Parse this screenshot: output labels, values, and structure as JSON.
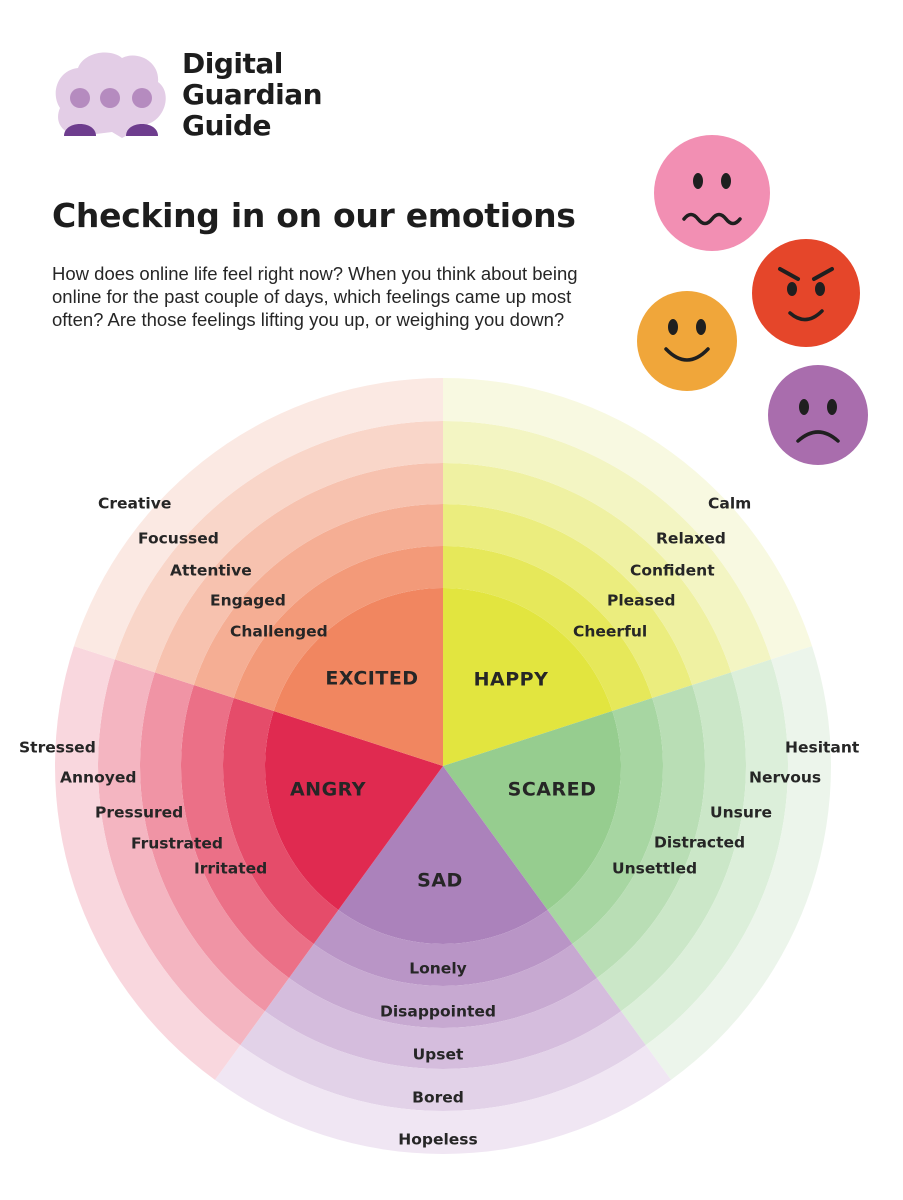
{
  "logo": {
    "lines": [
      "Digital",
      "Guardian",
      "Guide"
    ]
  },
  "title": "Checking in on our emotions",
  "intro": "How does online life feel right now? When you think about being online for the past couple of days, which feelings came up most often? Are those feelings lifting you up, or weighing you down?",
  "face_icons": [
    "worried-face-icon",
    "angry-face-icon",
    "smiling-face-icon",
    "sad-face-icon"
  ],
  "wheel": {
    "segments": [
      {
        "id": "happy",
        "label": "HAPPY",
        "colors": [
          "#e2e53f",
          "#e6e85a",
          "#ebed7e",
          "#eff1a2",
          "#f3f5c3",
          "#f8f9e1"
        ],
        "words": [
          "Cheerful",
          "Pleased",
          "Confident",
          "Relaxed",
          "Calm"
        ]
      },
      {
        "id": "scared",
        "label": "SCARED",
        "colors": [
          "#96cd8f",
          "#a7d6a2",
          "#b9deb5",
          "#cbe7c8",
          "#dcefda",
          "#ecf5eb"
        ],
        "words": [
          "Unsettled",
          "Distracted",
          "Unsure",
          "Nervous",
          "Hesitant"
        ]
      },
      {
        "id": "sad",
        "label": "SAD",
        "colors": [
          "#ab82bb",
          "#b995c6",
          "#c7a9d1",
          "#d5bddd",
          "#e2d2e8",
          "#f0e6f3"
        ],
        "words": [
          "Lonely",
          "Disappointed",
          "Upset",
          "Bored",
          "Hopeless"
        ]
      },
      {
        "id": "angry",
        "label": "ANGRY",
        "colors": [
          "#e02a50",
          "#e54c6a",
          "#eb7087",
          "#f094a5",
          "#f4b5c1",
          "#f9d7de"
        ],
        "words": [
          "Irritated",
          "Frustrated",
          "Pressured",
          "Annoyed",
          "Stressed"
        ]
      },
      {
        "id": "excited",
        "label": "EXCITED",
        "colors": [
          "#f18660",
          "#f39a79",
          "#f5ae94",
          "#f7c2af",
          "#f9d6c9",
          "#fbe9e3"
        ],
        "words": [
          "Challenged",
          "Engaged",
          "Attentive",
          "Focussed",
          "Creative"
        ]
      }
    ]
  }
}
